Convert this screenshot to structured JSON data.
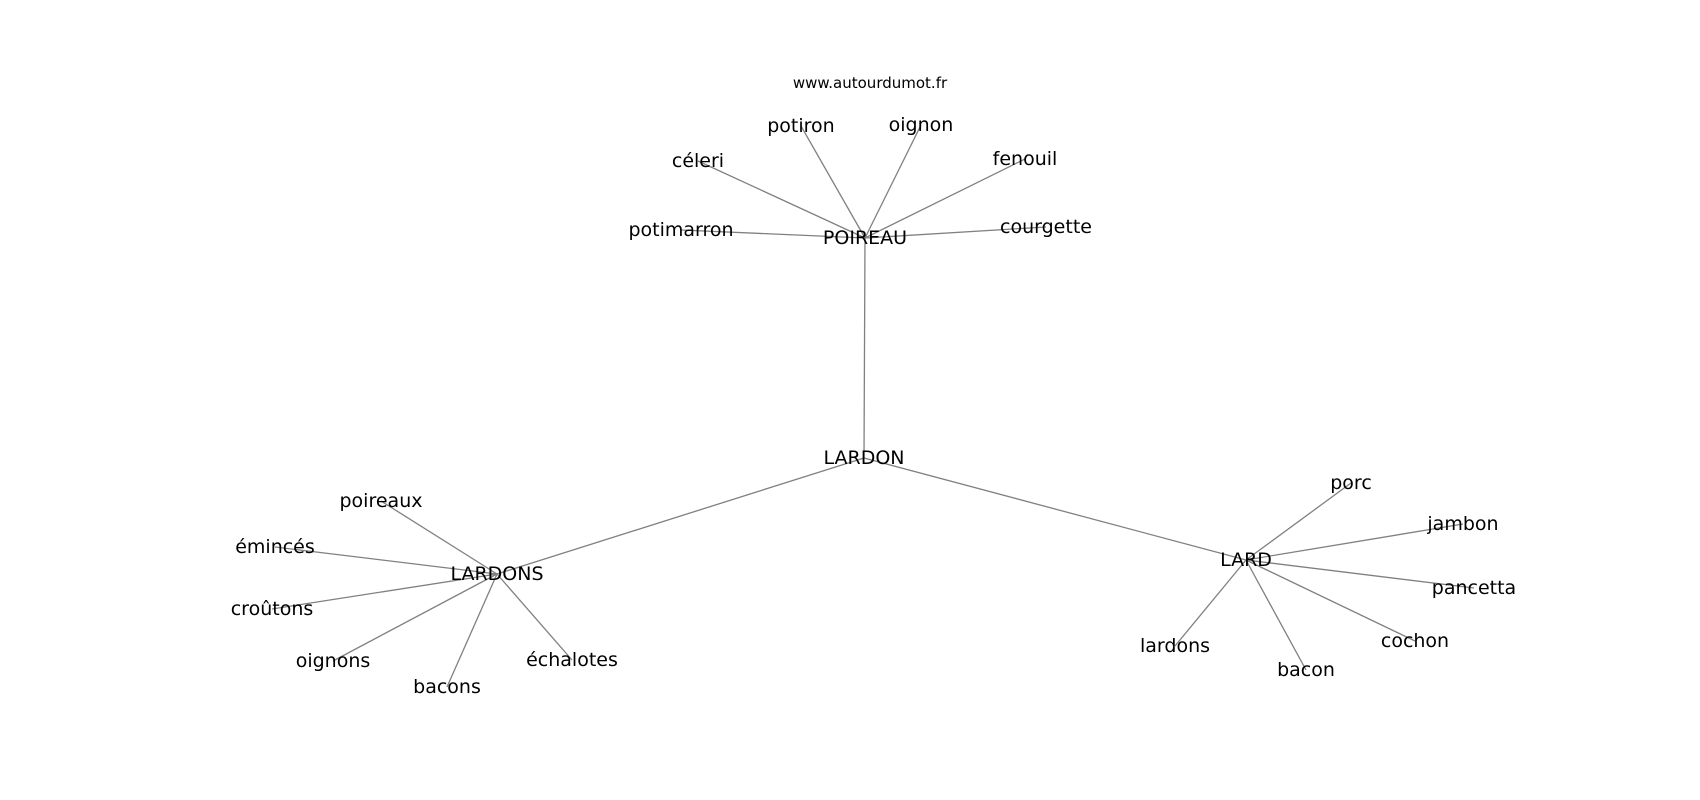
{
  "site": "www.autourdumot.fr",
  "center": "LARDON",
  "clusters": [
    {
      "hub": "POIREAU",
      "words": [
        "potimarron",
        "céleri",
        "potiron",
        "oignon",
        "fenouil",
        "courgette"
      ]
    },
    {
      "hub": "LARDONS",
      "words": [
        "poireaux",
        "émincés",
        "croûtons",
        "oignons",
        "bacons",
        "échalotes"
      ]
    },
    {
      "hub": "LARD",
      "words": [
        "porc",
        "jambon",
        "pancetta",
        "cochon",
        "bacon",
        "lardons"
      ]
    }
  ],
  "colors": {
    "edge": "#808080",
    "text": "#000000",
    "background": "#ffffff"
  }
}
